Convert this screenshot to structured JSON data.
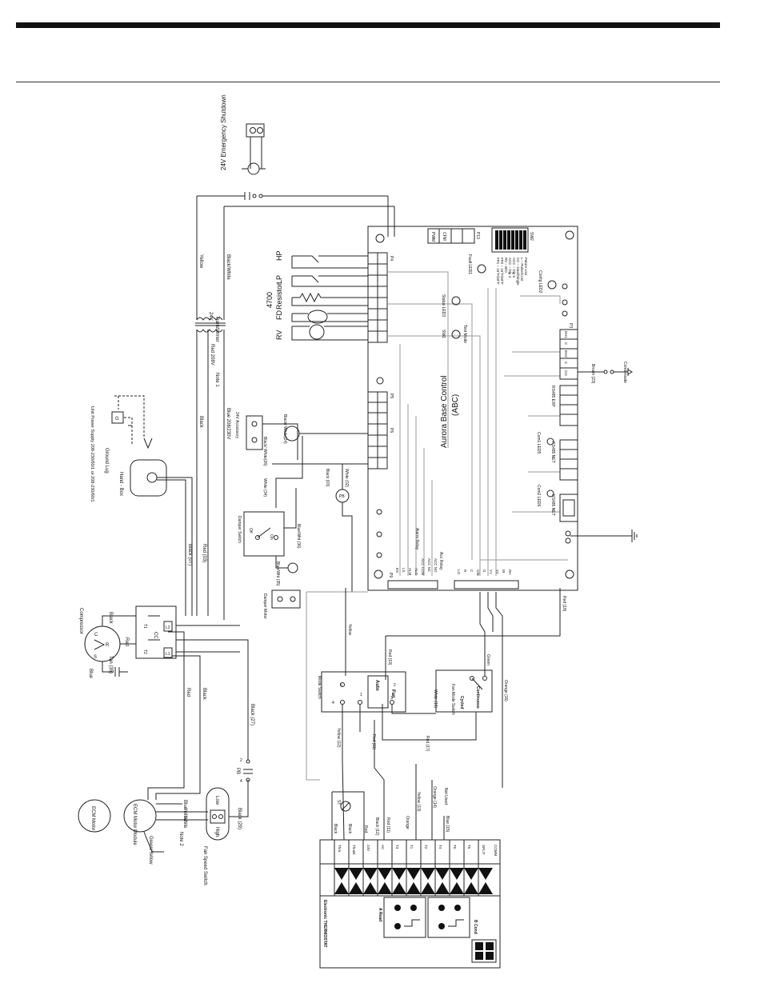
{
  "labels": {
    "emergency_shutdown": "24V Emergency Shutdown",
    "transformer": "Transformer",
    "transformer_24v": "24V",
    "yellow": "Yellow",
    "black_white": "Black/White",
    "black": "Black",
    "blue_208_230v": "Blue 208/230V",
    "red_208v": "Red 208V",
    "note1": "Note 1",
    "hp": "HP",
    "lp": "LP",
    "resistor_value": "4700",
    "resistor": "Resistor",
    "fd": "FD",
    "rv": "RV",
    "abc_title": "Aurora Base Control",
    "abc_sub": "(ABC)",
    "status_led": "Status LED3",
    "sw1": "SW1",
    "test_mode": "Test Mode",
    "fault_led": "Fault LED1",
    "config_led": "Config LED2",
    "cfm": "CFM",
    "pwm": "PWM",
    "p13": "P13",
    "p3": "P3",
    "p4": "P4",
    "p5": "P5",
    "p6": "P6",
    "p7": "P7",
    "p8": "P8",
    "p9": "P9",
    "sw2": "SW2",
    "rs485_exp": "RS485 EXP",
    "rs485_net": "RS485 NET",
    "com1_led": "Com1 LED5",
    "com2_led": "Com2 LED6",
    "brown_23": "Brown (23)",
    "condensate": "Condensate",
    "ground_lug": "Ground Lug",
    "hand_box": "Hand - Box",
    "unit_power_supply": "Unit Power Supply 208-230/60/1 or 208-230/60/1",
    "dampers_24v": "24V Accessory",
    "black_white_26": "Black/ White(26)",
    "black_white_26b": "Black/ White(24)",
    "white_34": "White (34)",
    "damper_switch": "Damper Switch",
    "damper_off": "Off",
    "damper_on": "On",
    "blue_wht_36": "Blue/Wht (36)",
    "blue_wht_35": "Blue/Wht (35)",
    "damper_motor": "Damper Motor",
    "black_03": "Black (03)",
    "white_02": "White (02)",
    "pb_label": "PB",
    "alarm_relay": "Alarm Relay",
    "acc_relay": "Acc Relay",
    "compressor": "Compressor",
    "cc": "CC",
    "black_07": "Black (07)",
    "red_03": "Red (03)",
    "tan_35": "Tan (35)",
    "red": "Red",
    "blue": "Blue",
    "ecm_motor": "ECM Motor",
    "ecm_motor_module": "ECM Motor Module",
    "green_yellow": "Green/Yellow",
    "note2": "Note 2",
    "fan_speed_switch": "Fan Speed Switch",
    "low": "Low",
    "high": "High",
    "blue_w": "Blue",
    "yellow_w": "Yellow",
    "white_w": "White",
    "black_29": "Black (29)",
    "black_27": "Black (27)",
    "mode_switch": "Mode Switch",
    "auto": "Auto",
    "fan": "Fan",
    "fan_mode_switch": "Fan Mode Switch",
    "cycled": "Cycled",
    "continuous": "Continuous",
    "green": "Green",
    "red_19": "Red (19)",
    "red_18": "Red (18)",
    "red_17": "Red (17)",
    "red_11": "Red (11)",
    "yellow_12": "Yellow (12)",
    "white_16": "White (16)",
    "orange_16": "Orange (16)",
    "yellow_13": "Yellow (13)",
    "orange_14": "Orange (14)",
    "blue_15": "Blue (15)",
    "not_used": "Not Used",
    "st": "ST",
    "thermostat": "Electronic THERMOSTAT",
    "a_read": "A Read",
    "b_cond": "B Cond",
    "black_12": "Black (12)",
    "orange": "Orange",
    "red_11b": "Red (11)",
    "ground": "Ground"
  },
  "terminal_strip_p9": [
    "ES",
    "LS",
    "ALM",
    "ALG",
    "ACC COM",
    "ACC NC",
    "ACC NO"
  ],
  "terminal_strip_p1": [
    "LO",
    "R",
    "C",
    "O/B",
    "G",
    "Y1",
    "Y2",
    "W",
    "DH"
  ],
  "thermostat_terminals": [
    "Thru",
    "ThruB",
    "24V",
    "AC",
    "T3",
    "T1",
    "T2",
    "T4",
    "T6",
    "T5",
    "SPLIT",
    "COMM"
  ],
  "dip_switch_notes": [
    "FP1 – 15°F/30°F",
    "FP2 – 15°F/30°F",
    "RV – B/O",
    "ACC – Dip 4",
    "ACC – Dip 5",
    "CC – Dual/Single",
    "L – Pulse/Cont",
    "Future Use"
  ],
  "p8_labels": [
    "EH1",
    "C",
    "EH2",
    "C",
    "CO"
  ]
}
